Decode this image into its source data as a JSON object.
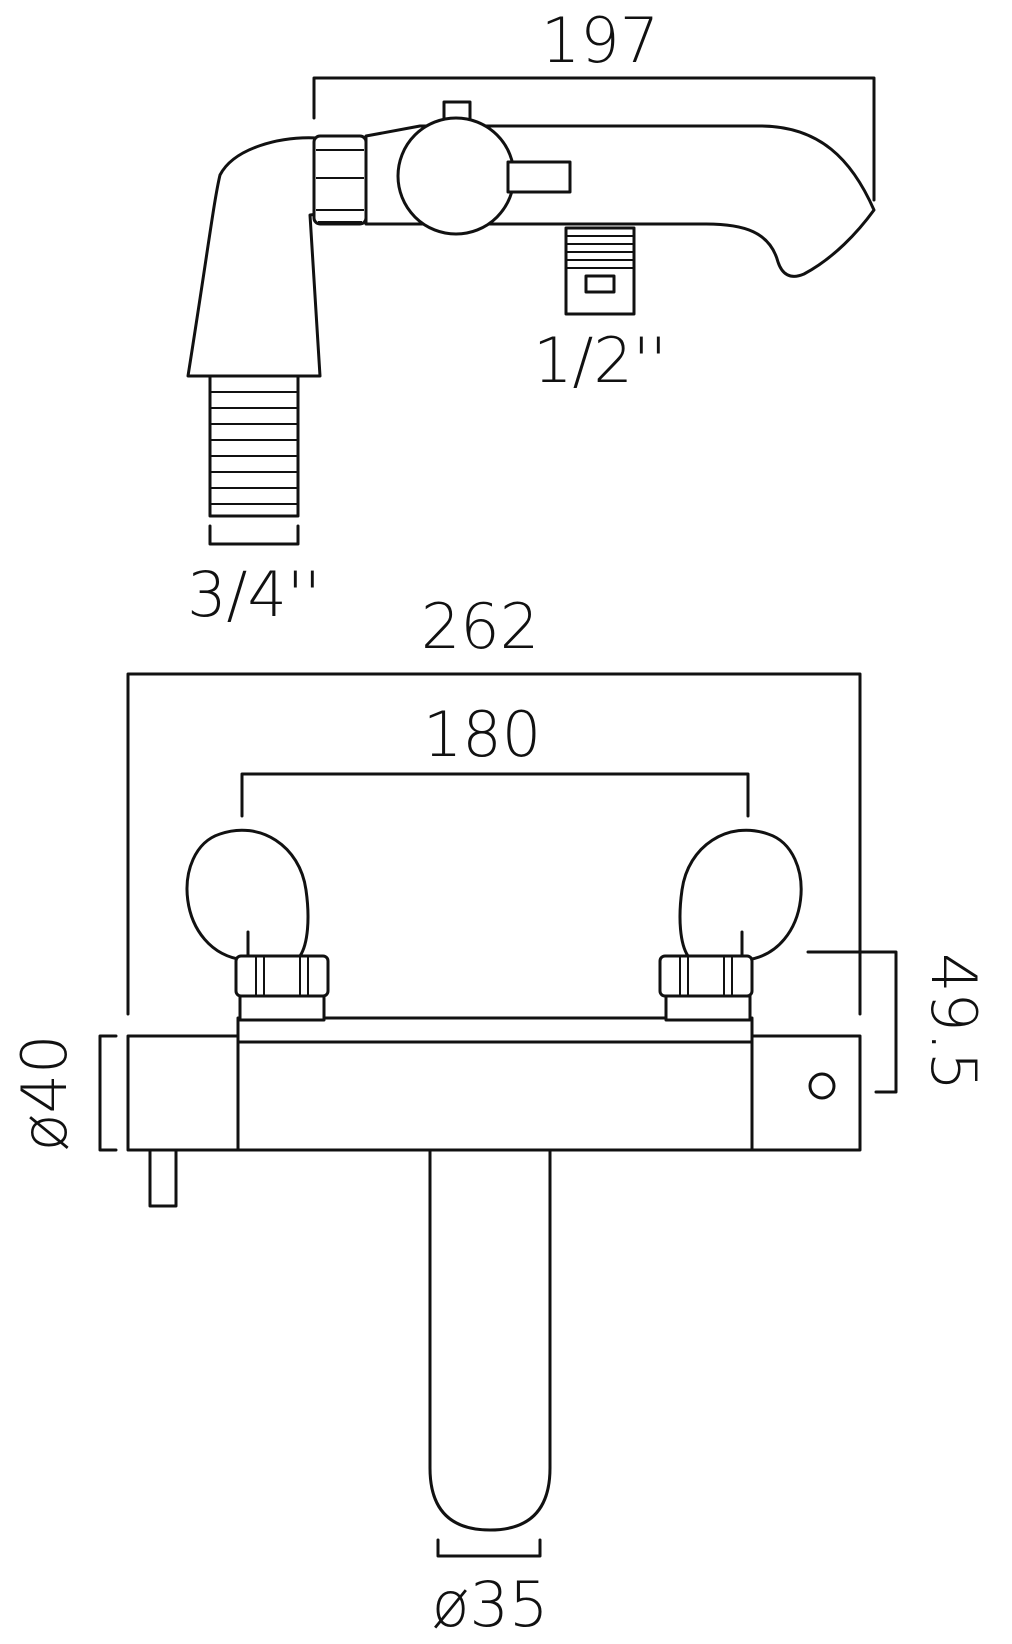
{
  "drawing": {
    "side_view": {
      "length_label": "197",
      "outlet_thread_label": "1/2''",
      "inlet_thread_label": "3/4''"
    },
    "front_view": {
      "overall_width_label": "262",
      "centres_label": "180",
      "body_diameter_label": "ø40",
      "offset_label": "49.5",
      "spout_diameter_label": "ø35"
    }
  }
}
